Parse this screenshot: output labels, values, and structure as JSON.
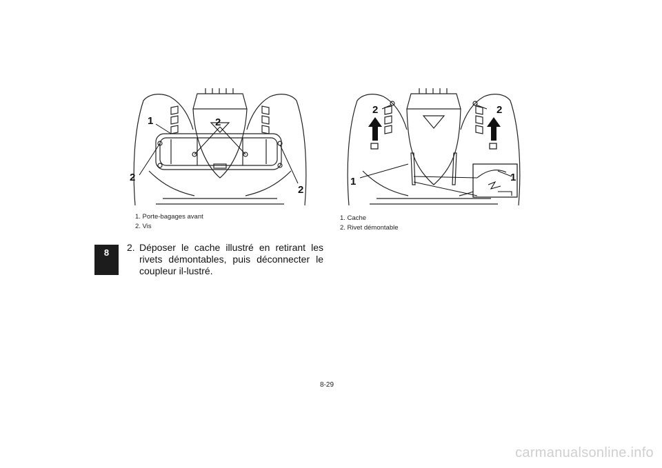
{
  "left_figure": {
    "callouts": [
      "1",
      "2",
      "2",
      "2"
    ],
    "captions": [
      "1. Porte-bagages avant",
      "2. Vis"
    ]
  },
  "right_figure": {
    "callouts": [
      "2",
      "2",
      "1",
      "1"
    ],
    "captions": [
      "1. Cache",
      "2. Rivet démontable"
    ]
  },
  "section_tab": "8",
  "step": {
    "number": "2.",
    "text": "Déposer le cache illustré en retirant les rivets démontables, puis déconnecter le coupleur il-lustré."
  },
  "page_number": "8-29",
  "watermark": "carmanualsonline.info"
}
